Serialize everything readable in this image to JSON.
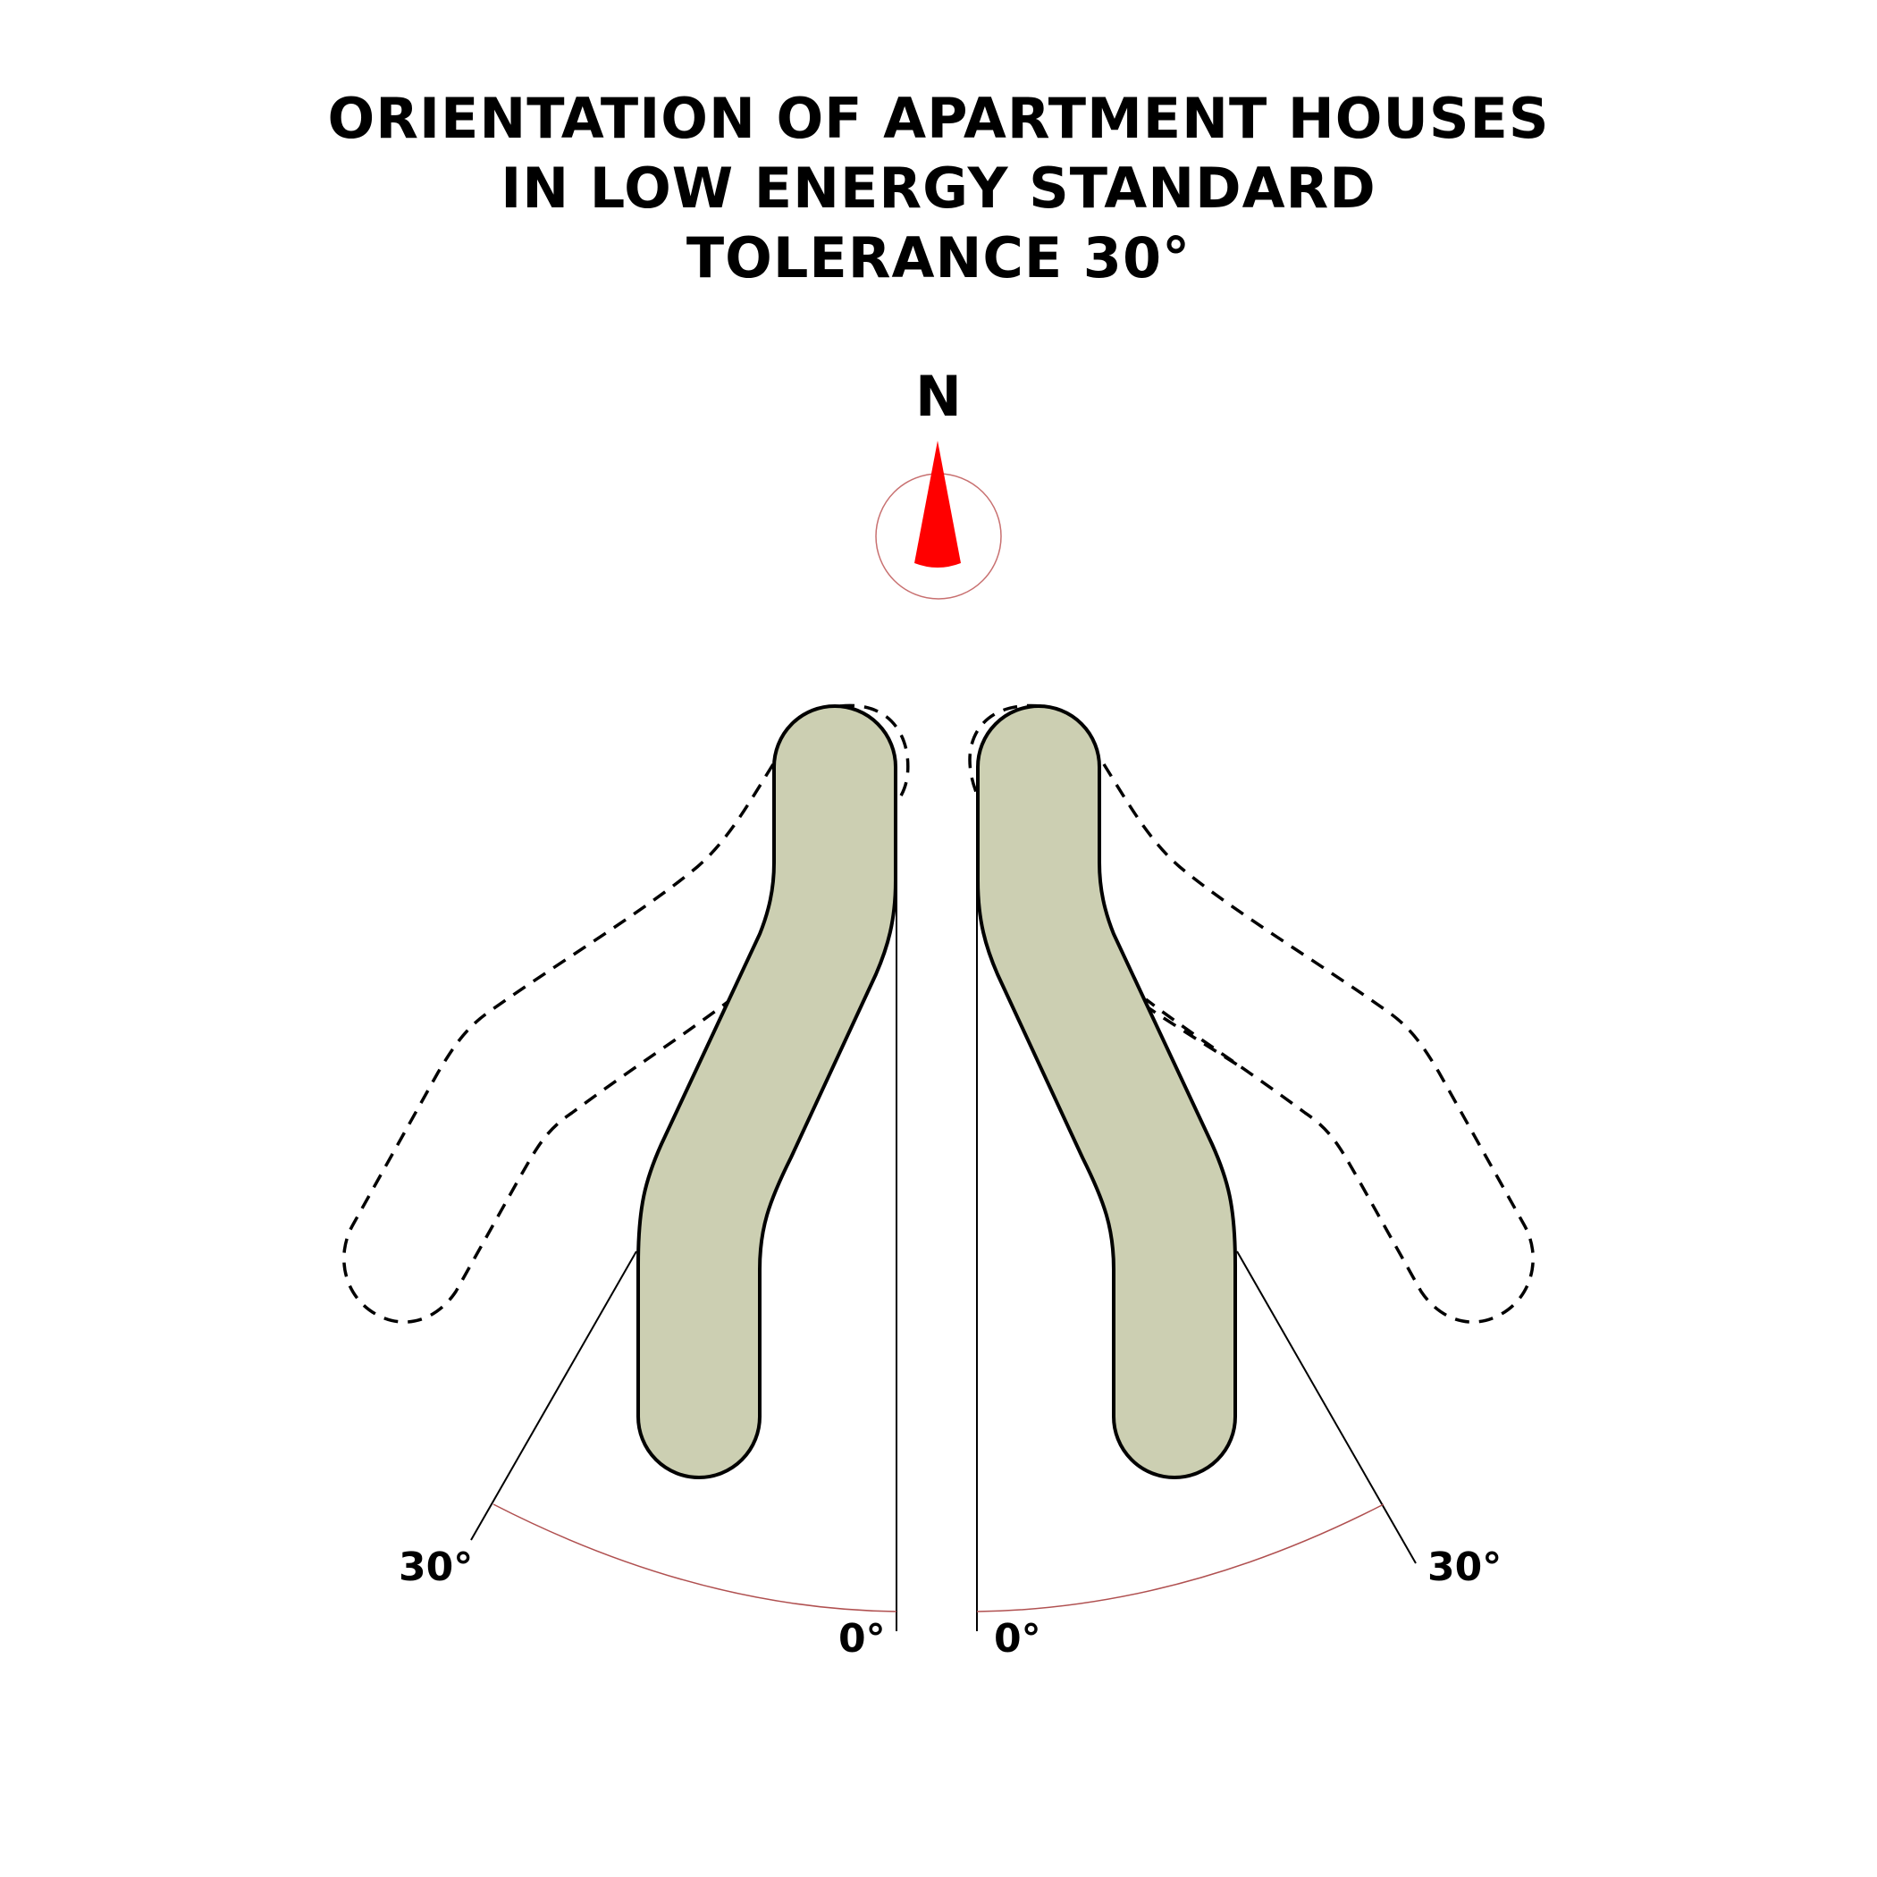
{
  "title": {
    "line1": "ORIENTATION OF APARTMENT HOUSES",
    "line2": "IN LOW ENERGY STANDARD",
    "line3": "TOLERANCE 30°"
  },
  "compass": {
    "label": "N",
    "needle_color": "#ff0000",
    "ring_color": "#c87070"
  },
  "angles": {
    "left_zero": "0°",
    "right_zero": "0°",
    "left_tolerance": "30°",
    "right_tolerance": "30°"
  },
  "colors": {
    "building_fill": "#cccfb2",
    "outline": "#000000",
    "arc": "#b05050"
  }
}
